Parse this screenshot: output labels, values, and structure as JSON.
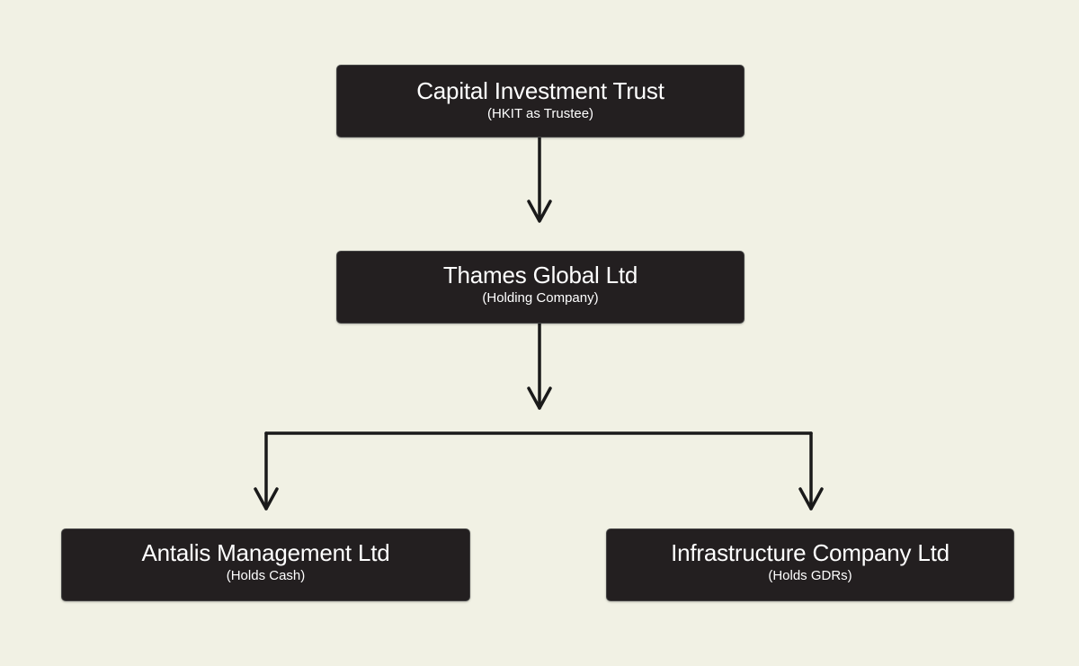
{
  "diagram": {
    "nodes": [
      {
        "id": "trust",
        "title": "Capital Investment Trust",
        "subtitle": "(HKIT as Trustee)"
      },
      {
        "id": "thames",
        "title": "Thames Global Ltd",
        "subtitle": "(Holding Company)"
      },
      {
        "id": "antalis",
        "title": "Antalis Management Ltd",
        "subtitle": "(Holds Cash)"
      },
      {
        "id": "infra",
        "title": "Infrastructure Company Ltd",
        "subtitle": "(Holds GDRs)"
      }
    ],
    "edges": [
      {
        "from": "trust",
        "to": "thames"
      },
      {
        "from": "thames",
        "to": "antalis"
      },
      {
        "from": "thames",
        "to": "infra"
      }
    ],
    "colors": {
      "background": "#f1f1e4",
      "node_fill": "#231f20",
      "node_text": "#ffffff",
      "connector": "#1a1a1a"
    }
  }
}
